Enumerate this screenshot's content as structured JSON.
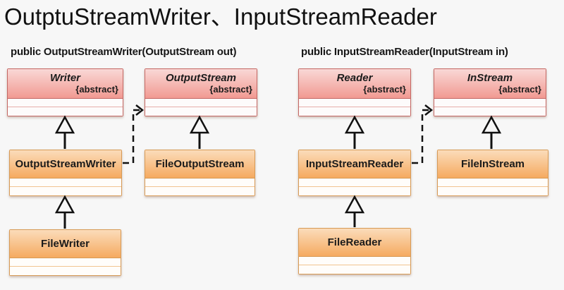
{
  "page": {
    "title": "OutptuStreamWriter、InputStreamReader"
  },
  "diagrams": [
    {
      "signature": "public OutputStreamWriter(OutputStream out)",
      "classes": [
        {
          "name": "Writer",
          "stereotype": "{abstract}"
        },
        {
          "name": "OutputStream",
          "stereotype": "{abstract}"
        },
        {
          "name": "OutputStreamWriter"
        },
        {
          "name": "FileOutputStream"
        },
        {
          "name": "FileWriter"
        }
      ],
      "relations": [
        {
          "type": "generalization",
          "from": "OutputStreamWriter",
          "to": "Writer"
        },
        {
          "type": "generalization",
          "from": "FileOutputStream",
          "to": "OutputStream"
        },
        {
          "type": "generalization",
          "from": "FileWriter",
          "to": "OutputStreamWriter"
        },
        {
          "type": "dependency-dashed",
          "from": "OutputStreamWriter",
          "to": "OutputStream"
        }
      ]
    },
    {
      "signature": "public InputStreamReader(InputStream in)",
      "classes": [
        {
          "name": "Reader",
          "stereotype": "{abstract}"
        },
        {
          "name": "InStream",
          "stereotype": "{abstract}"
        },
        {
          "name": "InputStreamReader"
        },
        {
          "name": "FileInStream"
        },
        {
          "name": "FileReader"
        }
      ],
      "relations": [
        {
          "type": "generalization",
          "from": "InputStreamReader",
          "to": "Reader"
        },
        {
          "type": "generalization",
          "from": "FileInStream",
          "to": "InStream"
        },
        {
          "type": "generalization",
          "from": "FileReader",
          "to": "InputStreamReader"
        },
        {
          "type": "dependency-dashed",
          "from": "InputStreamReader",
          "to": "InStream"
        }
      ]
    }
  ],
  "colors": {
    "background": "#f7f7f7",
    "abstract_header_top": "#f9d8d6",
    "abstract_header_bottom": "#f19a92",
    "abstract_border": "#c46763",
    "concrete_header_top": "#fbdcba",
    "concrete_header_bottom": "#f5aa60",
    "concrete_border": "#d79a55",
    "arrow": "#111111"
  }
}
